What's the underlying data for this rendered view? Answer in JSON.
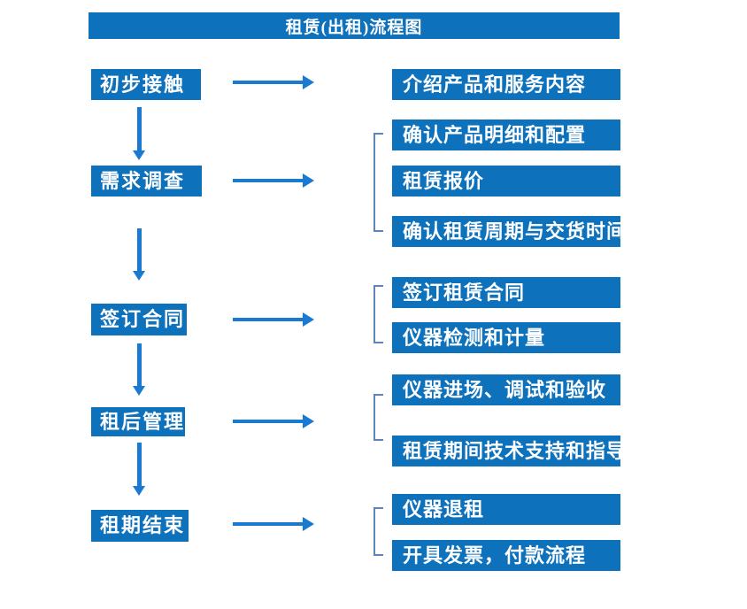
{
  "title": "租赁(出租)流程图",
  "colors": {
    "box_blue": "#0e71bc",
    "arrow_blue": "#1a79d0",
    "bracket_blue": "#5c85bc",
    "text_white": "#ffffff"
  },
  "icons": {
    "right_arrow": "→",
    "down_arrow": "↓"
  },
  "flow": {
    "steps": [
      {
        "label": "初步接触",
        "details": [
          "介绍产品和服务内容"
        ]
      },
      {
        "label": "需求调查",
        "details": [
          "确认产品明细和配置",
          "租赁报价",
          "确认租赁周期与交货时间"
        ]
      },
      {
        "label": "签订合同",
        "details": [
          "签订租赁合同",
          "仪器检测和计量"
        ]
      },
      {
        "label": "租后管理",
        "details": [
          "仪器进场、调试和验收",
          "租赁期间技术支持和指导"
        ]
      },
      {
        "label": "租期结束",
        "details": [
          "仪器退租",
          "开具发票，付款流程"
        ]
      }
    ]
  }
}
